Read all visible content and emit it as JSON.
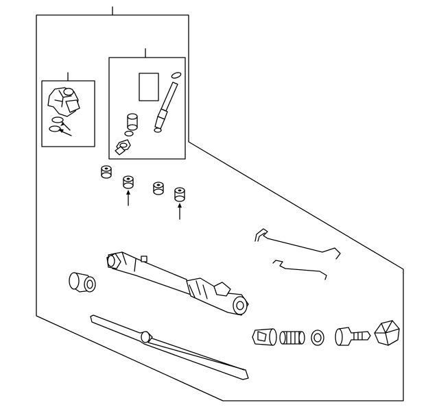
{
  "diagram": {
    "background": "#ffffff",
    "line_color": "#000000",
    "parts": [
      "steering-gear-assembly-panel",
      "valve-body-kit",
      "pinion-kit",
      "rack-bushings",
      "rack-housing",
      "rack-shaft",
      "fluid-lines",
      "end-fittings"
    ]
  }
}
